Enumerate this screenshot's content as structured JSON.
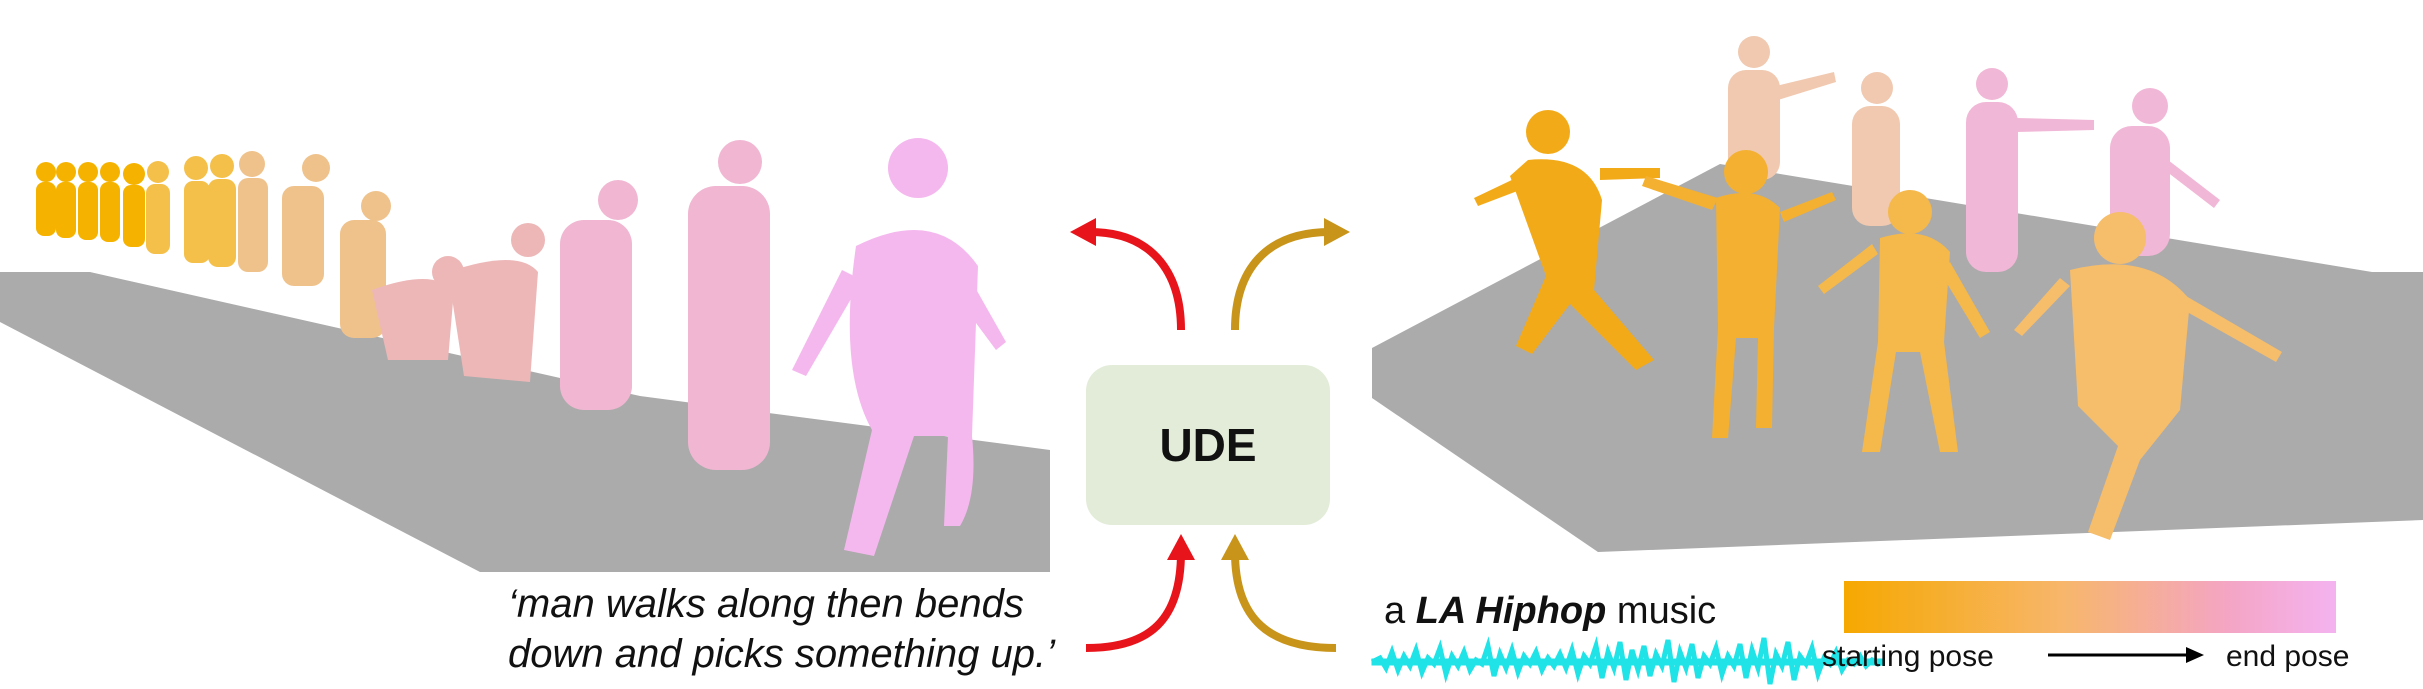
{
  "model": {
    "label": "UDE"
  },
  "text_input": {
    "line1": "‘man walks along then bends",
    "line2": "down and picks something up.’"
  },
  "music_input": {
    "prefix": "a ",
    "genre": "LA Hiphop",
    "suffix": " music"
  },
  "legend": {
    "start_label": "starting pose",
    "end_label": "end pose"
  },
  "colors": {
    "text_arrow": "#e8141b",
    "music_arrow": "#c8951a",
    "ude_box": "#e3ecd9",
    "floor": "#ababab",
    "start_pose": "#f6a800",
    "end_pose": "#f4b3f0",
    "waveform": "#1fe3e6"
  }
}
